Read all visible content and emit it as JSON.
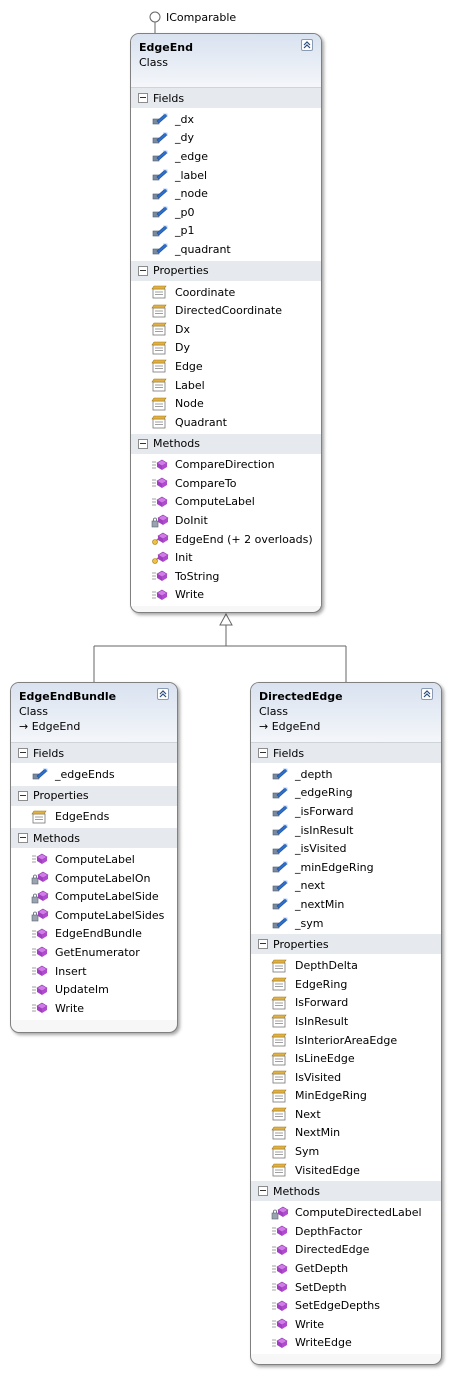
{
  "interface_label": "IComparable",
  "classes": {
    "edgeend": {
      "name": "EdgeEnd",
      "stereotype": "Class",
      "sections": [
        {
          "title": "Fields",
          "kind": "field",
          "items": [
            "_dx",
            "_dy",
            "_edge",
            "_label",
            "_node",
            "_p0",
            "_p1",
            "_quadrant"
          ]
        },
        {
          "title": "Properties",
          "kind": "property",
          "items": [
            "Coordinate",
            "DirectedCoordinate",
            "Dx",
            "Dy",
            "Edge",
            "Label",
            "Node",
            "Quadrant"
          ]
        },
        {
          "title": "Methods",
          "kind": "method",
          "items": [
            "CompareDirection",
            "CompareTo",
            "ComputeLabel",
            "DoInit",
            "EdgeEnd (+ 2 overloads)",
            "Init",
            "ToString",
            "Write"
          ],
          "icons": [
            "method",
            "method",
            "method",
            "method-protected",
            "method-key",
            "method-key",
            "method",
            "method"
          ]
        }
      ]
    },
    "edgeendbundle": {
      "name": "EdgeEndBundle",
      "stereotype": "Class",
      "base": "→ EdgeEnd",
      "sections": [
        {
          "title": "Fields",
          "kind": "field",
          "items": [
            "_edgeEnds"
          ]
        },
        {
          "title": "Properties",
          "kind": "property",
          "items": [
            "EdgeEnds"
          ]
        },
        {
          "title": "Methods",
          "kind": "method",
          "items": [
            "ComputeLabel",
            "ComputeLabelOn",
            "ComputeLabelSide",
            "ComputeLabelSides",
            "EdgeEndBundle",
            "GetEnumerator",
            "Insert",
            "UpdateIm",
            "Write"
          ],
          "icons": [
            "method",
            "method-protected",
            "method-protected",
            "method-protected",
            "method",
            "method",
            "method",
            "method",
            "method"
          ]
        }
      ]
    },
    "directededge": {
      "name": "DirectedEdge",
      "stereotype": "Class",
      "base": "→ EdgeEnd",
      "sections": [
        {
          "title": "Fields",
          "kind": "field",
          "items": [
            "_depth",
            "_edgeRing",
            "_isForward",
            "_isInResult",
            "_isVisited",
            "_minEdgeRing",
            "_next",
            "_nextMin",
            "_sym"
          ]
        },
        {
          "title": "Properties",
          "kind": "property",
          "items": [
            "DepthDelta",
            "EdgeRing",
            "IsForward",
            "IsInResult",
            "IsInteriorAreaEdge",
            "IsLineEdge",
            "IsVisited",
            "MinEdgeRing",
            "Next",
            "NextMin",
            "Sym",
            "VisitedEdge"
          ]
        },
        {
          "title": "Methods",
          "kind": "method",
          "items": [
            "ComputeDirectedLabel",
            "DepthFactor",
            "DirectedEdge",
            "GetDepth",
            "SetDepth",
            "SetEdgeDepths",
            "Write",
            "WriteEdge"
          ],
          "icons": [
            "method-protected",
            "method",
            "method",
            "method",
            "method",
            "method",
            "method",
            "method"
          ]
        }
      ]
    }
  },
  "colors": {
    "header_gradient_top": "#d9e2f0",
    "section_bg": "#e6e9ee",
    "border": "#808080",
    "method_purple": "#b04bd0",
    "field_blue": "#2f6fc9",
    "property_gold": "#e0b040"
  }
}
